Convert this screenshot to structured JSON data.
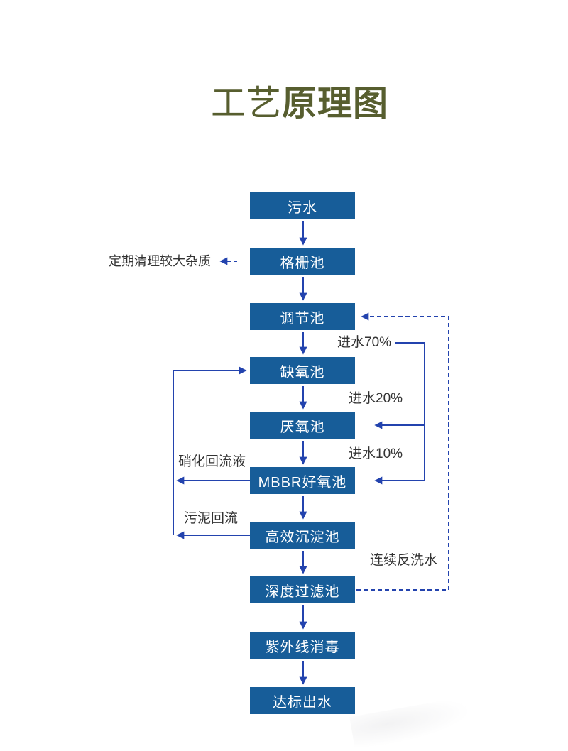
{
  "page": {
    "background": "#ffffff"
  },
  "title": {
    "prefix": "工艺",
    "emphasis": "原理图",
    "color": "#575e2f"
  },
  "flow": {
    "style": {
      "box_fill": "#175d99",
      "box_text_color": "#ffffff",
      "line_color": "#2343ae",
      "annotation_text_color": "#333333"
    },
    "nodes": [
      {
        "label": "污水"
      },
      {
        "label": "格栅池"
      },
      {
        "label": "调节池"
      },
      {
        "label": "缺氧池"
      },
      {
        "label": "厌氧池"
      },
      {
        "label": "MBBR好氧池"
      },
      {
        "label": "高效沉淀池"
      },
      {
        "label": "深度过滤池"
      },
      {
        "label": "紫外线消毒"
      },
      {
        "label": "达标出水"
      }
    ],
    "annotations": {
      "cleaning": "定期清理较大杂质",
      "inflow_70": "进水70%",
      "inflow_20": "进水20%",
      "inflow_10": "进水10%",
      "nitrified_return": "硝化回流液",
      "sludge_return": "污泥回流",
      "backwash": "连续反洗水"
    }
  }
}
